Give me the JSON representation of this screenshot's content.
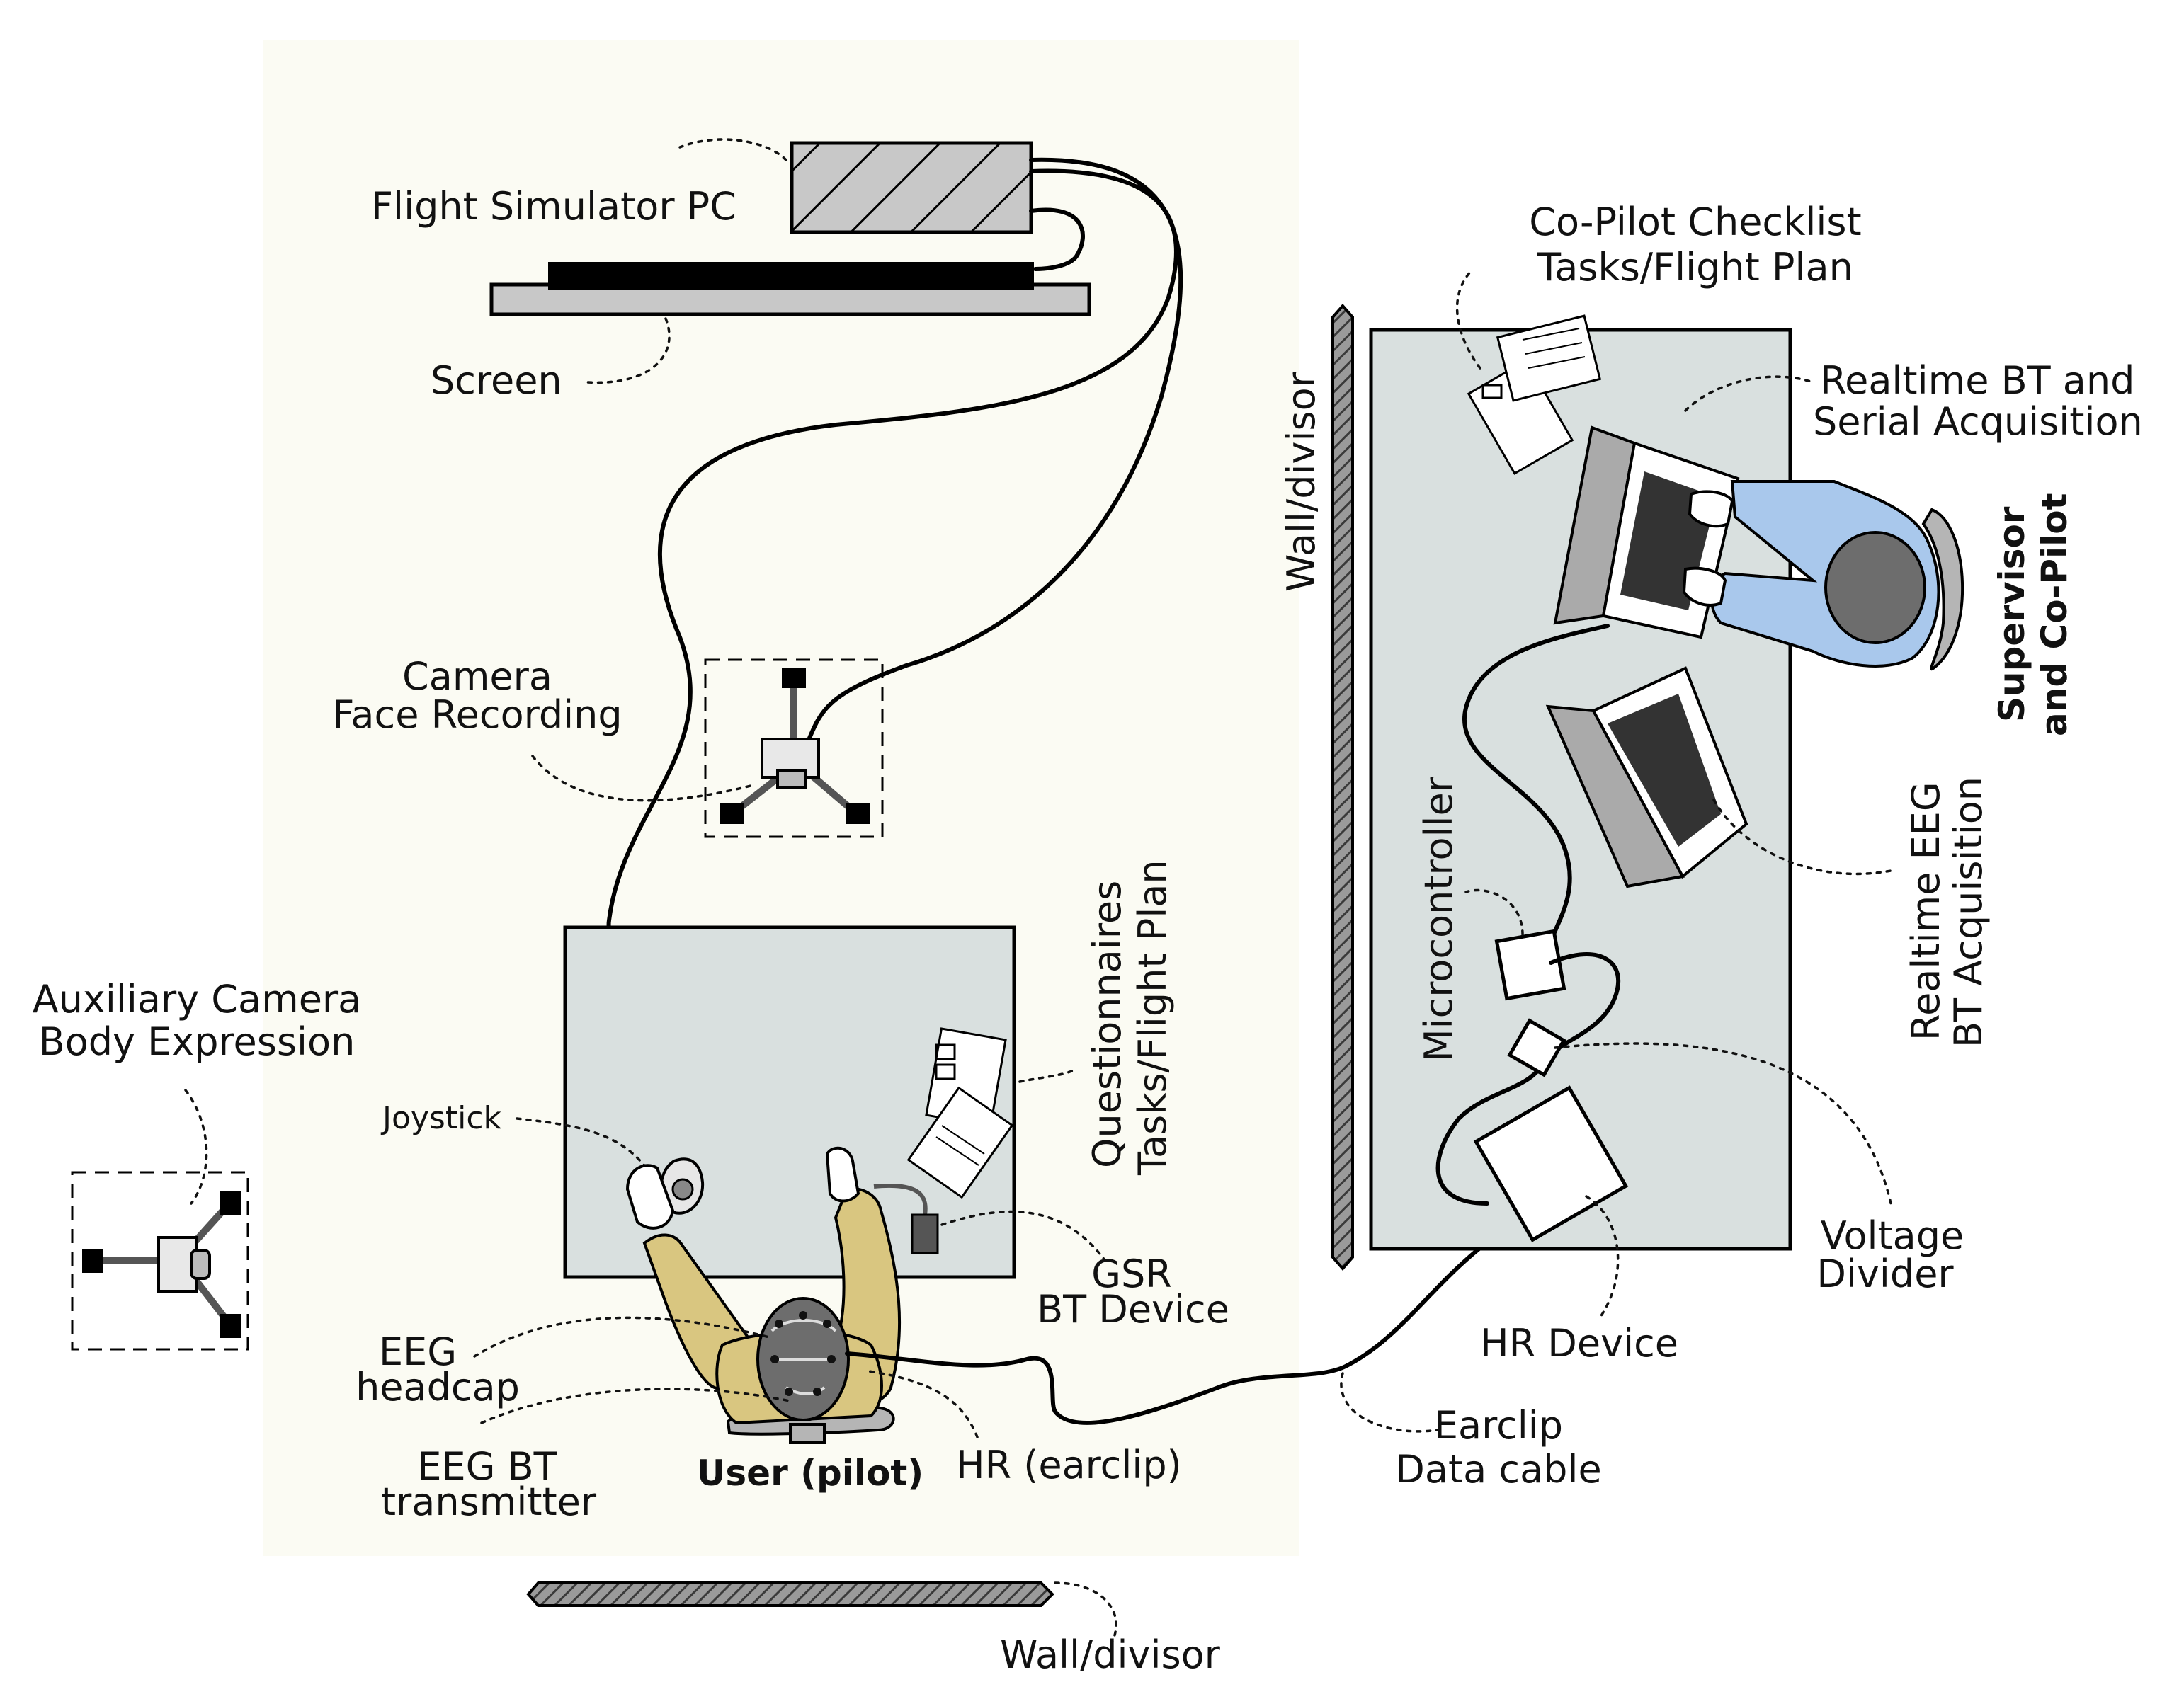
{
  "labels": {
    "flight_pc": "Flight Simulator PC",
    "screen": "Screen",
    "camera_line1": "Camera",
    "camera_line2": "Face Recording",
    "aux_camera_line1": "Auxiliary Camera",
    "aux_camera_line2": "Body Expression",
    "joystick": "Joystick",
    "questionnaires_line1": "Questionnaires",
    "questionnaires_line2": "Tasks/Flight Plan",
    "gsr_line1": "GSR",
    "gsr_line2": "BT Device",
    "eeg_headcap_line1": "EEG",
    "eeg_headcap_line2": "headcap",
    "eeg_bt_line1": "EEG BT",
    "eeg_bt_line2": "transmitter",
    "user": "User (pilot)",
    "hr_earclip": "HR (earclip)",
    "earclip_cable_line1": "Earclip",
    "earclip_cable_line2": "Data cable",
    "wall_bottom": "Wall/divisor",
    "wall_vertical": "Wall/divisor",
    "copilot_checklist_line1": "Co-Pilot Checklist",
    "copilot_checklist_line2": "Tasks/Flight Plan",
    "realtime_bt_line1": "Realtime BT and",
    "realtime_bt_line2": "Serial Acquisition",
    "supervisor_line1": "Supervisor",
    "supervisor_line2": "and Co-Pilot",
    "realtime_eeg_line1": "Realtime EEG",
    "realtime_eeg_line2": "BT Acquisition",
    "microcontroller": "Microcontroller",
    "voltage_line1": "Voltage",
    "voltage_line2": "Divider",
    "hr_device": "HR Device"
  },
  "colors": {
    "room_floor": "#fbfbf3",
    "desk": "#d9e0df",
    "wall_hatch": "#5a5a5a",
    "pc_hatch": "#c8c8c8",
    "pilot_shirt": "#d9c680",
    "copilot_shirt": "#a9c8ec",
    "chair": "#b5b5b5",
    "hair": "#6d6d6d"
  }
}
